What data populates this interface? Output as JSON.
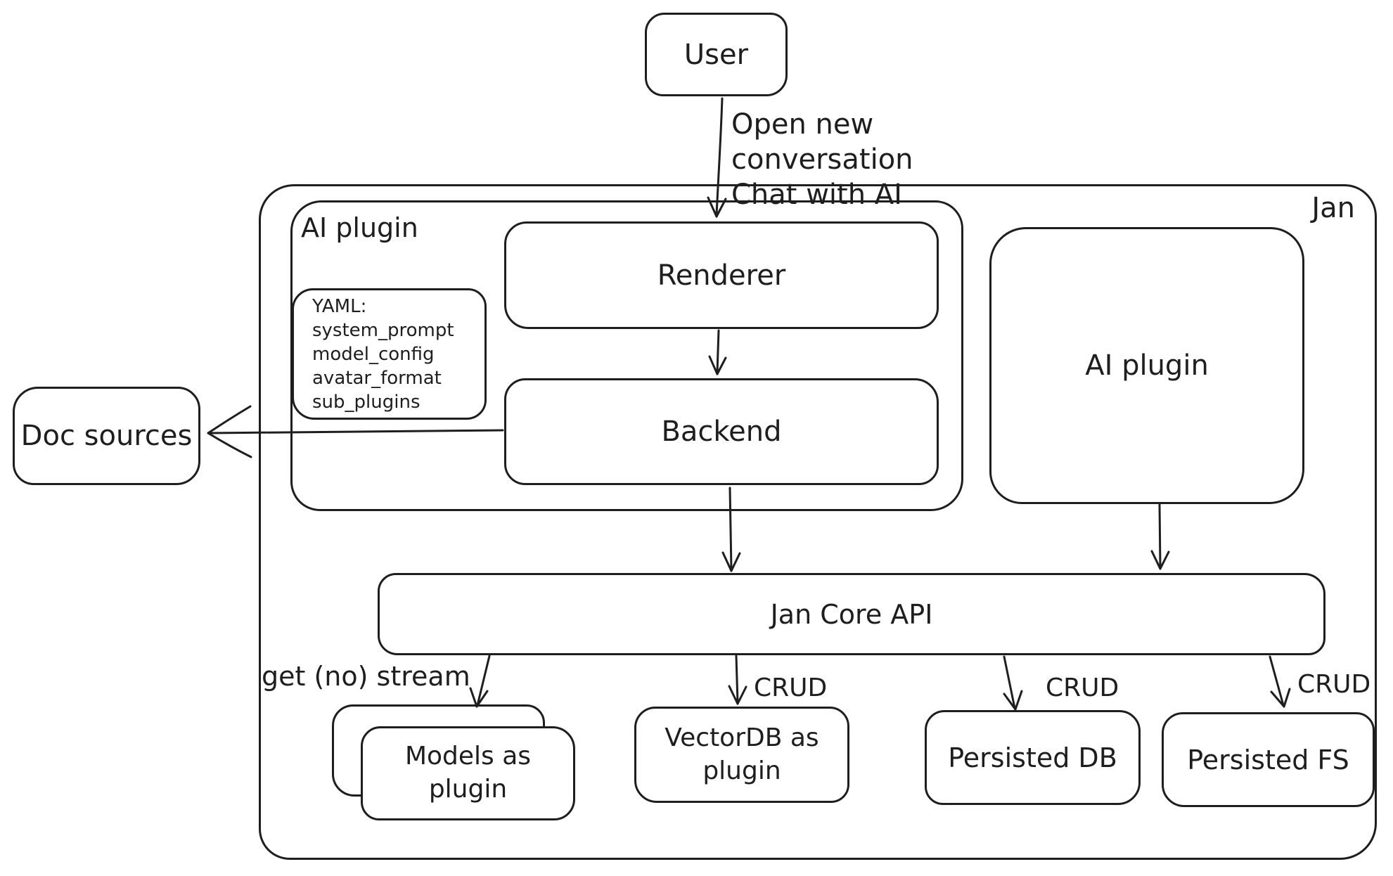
{
  "colors": {
    "stroke": "#1e1e1e",
    "background": "#ffffff"
  },
  "nodes": {
    "user": {
      "label": "User"
    },
    "jan_container": {
      "label": "Jan"
    },
    "ai_plugin_group": {
      "label": "AI plugin"
    },
    "renderer": {
      "label": "Renderer"
    },
    "yaml_note": {
      "lines": [
        "YAML:",
        "system_prompt",
        "model_config",
        "avatar_format",
        "sub_plugins"
      ]
    },
    "backend": {
      "label": "Backend"
    },
    "ai_plugin_right": {
      "label": "AI plugin"
    },
    "doc_sources": {
      "label": "Doc sources"
    },
    "jan_core_api": {
      "label": "Jan Core API"
    },
    "models_plugin": {
      "label": "Models as plugin"
    },
    "vectordb_plugin": {
      "label": "VectorDB as plugin"
    },
    "persisted_db": {
      "label": "Persisted DB"
    },
    "persisted_fs": {
      "label": "Persisted FS"
    }
  },
  "edges": {
    "user_to_renderer": {
      "label_line1": "Open new conversation",
      "label_line2": "Chat with AI"
    },
    "core_to_models": {
      "label": "get (no) stream"
    },
    "core_to_vectordb": {
      "label": "CRUD"
    },
    "core_to_persisted_db": {
      "label": "CRUD"
    },
    "core_to_persisted_fs": {
      "label": "CRUD"
    }
  }
}
